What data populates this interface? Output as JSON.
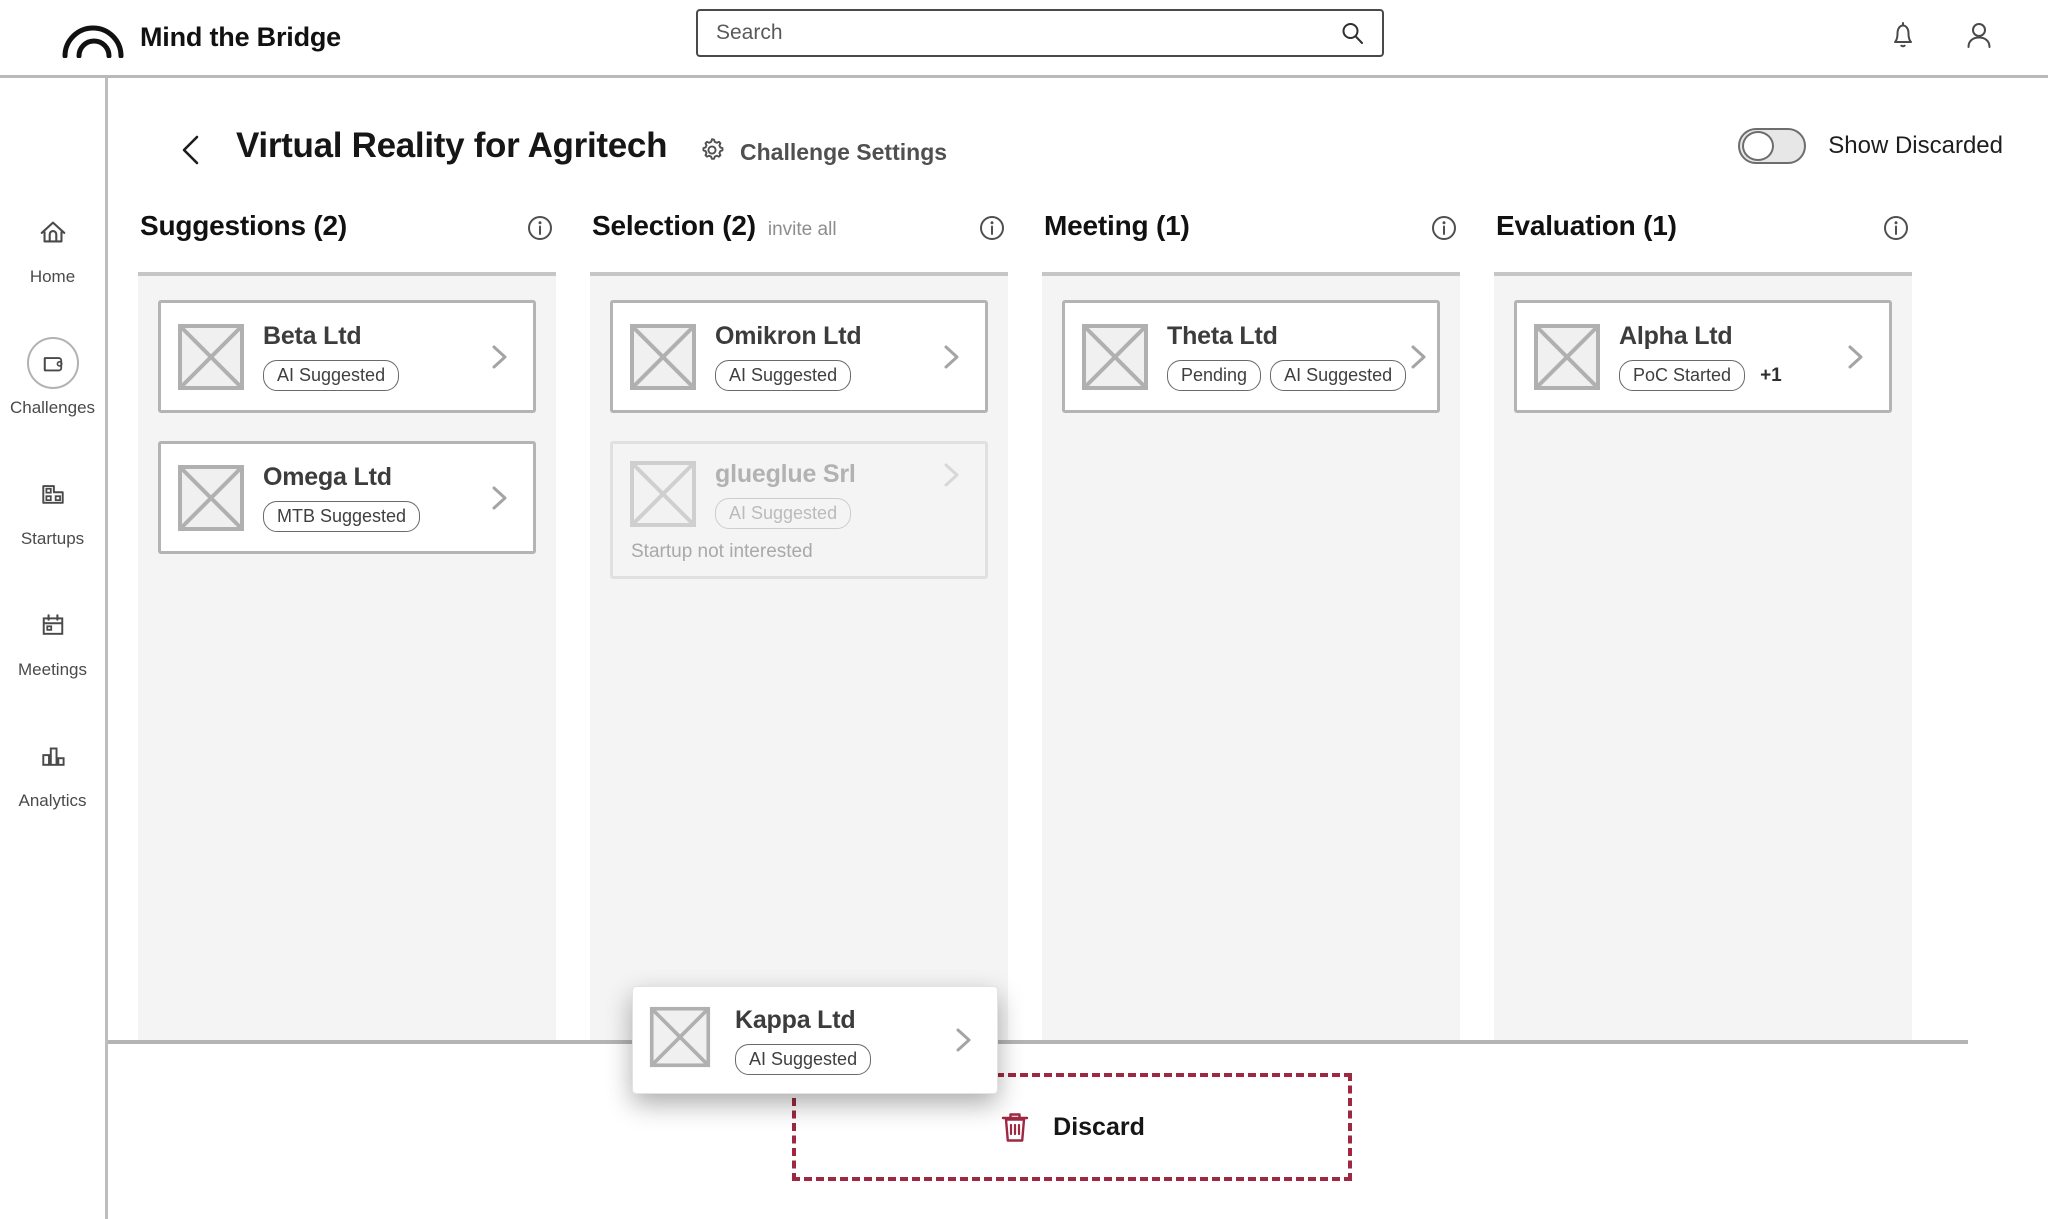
{
  "header": {
    "brand_name": "Mind the Bridge",
    "logo_icon": "bridge-arch-logo",
    "search": {
      "value": "",
      "placeholder": "Search",
      "icon": "search-icon"
    },
    "notifications_icon": "bell-icon",
    "account_icon": "user-icon"
  },
  "sidebar": {
    "items": [
      {
        "label": "Home",
        "icon": "home-icon",
        "active": false
      },
      {
        "label": "Challenges",
        "icon": "wallet-icon",
        "active": true
      },
      {
        "label": "Startups",
        "icon": "factory-icon",
        "active": false
      },
      {
        "label": "Meetings",
        "icon": "calendar-icon",
        "active": false
      },
      {
        "label": "Analytics",
        "icon": "bar-chart-icon",
        "active": false
      }
    ]
  },
  "page": {
    "back_icon": "chevron-left-icon",
    "title": "Virtual Reality for Agritech",
    "settings_label": "Challenge Settings",
    "settings_icon": "gear-icon",
    "show_discarded_label": "Show Discarded",
    "show_discarded_on": false
  },
  "columns": [
    {
      "title": "Suggestions (2)",
      "sub": "",
      "info_icon": "info-icon",
      "cards": [
        {
          "title": "Beta Ltd",
          "pills": [
            "AI Suggested"
          ],
          "extra": "",
          "note": "",
          "disabled": false,
          "thumb_icon": "image-placeholder-icon",
          "chevron_icon": "chevron-right-icon"
        },
        {
          "title": "Omega Ltd",
          "pills": [
            "MTB Suggested"
          ],
          "extra": "",
          "note": "",
          "disabled": false,
          "thumb_icon": "image-placeholder-icon",
          "chevron_icon": "chevron-right-icon"
        }
      ]
    },
    {
      "title": "Selection (2)",
      "sub": "invite all",
      "info_icon": "info-icon",
      "cards": [
        {
          "title": "Omikron Ltd",
          "pills": [
            "AI Suggested"
          ],
          "extra": "",
          "note": "",
          "disabled": false,
          "thumb_icon": "image-placeholder-icon",
          "chevron_icon": "chevron-right-icon"
        },
        {
          "title": "glueglue Srl",
          "pills": [
            "AI Suggested"
          ],
          "extra": "",
          "note": "Startup not interested",
          "disabled": true,
          "thumb_icon": "image-placeholder-icon",
          "chevron_icon": "chevron-right-icon"
        }
      ]
    },
    {
      "title": "Meeting (1)",
      "sub": "",
      "info_icon": "info-icon",
      "cards": [
        {
          "title": "Theta Ltd",
          "pills": [
            "Pending",
            "AI Suggested"
          ],
          "extra": "",
          "note": "",
          "disabled": false,
          "thumb_icon": "image-placeholder-icon",
          "chevron_icon": "chevron-right-icon"
        }
      ]
    },
    {
      "title": "Evaluation (1)",
      "sub": "",
      "info_icon": "info-icon",
      "cards": [
        {
          "title": "Alpha Ltd",
          "pills": [
            "PoC Started"
          ],
          "extra": "+1",
          "note": "",
          "disabled": false,
          "thumb_icon": "image-placeholder-icon",
          "chevron_icon": "chevron-right-icon"
        }
      ]
    }
  ],
  "dragging_card": {
    "title": "Kappa Ltd",
    "pills": [
      "AI Suggested"
    ],
    "thumb_icon": "image-placeholder-icon",
    "chevron_icon": "chevron-right-icon"
  },
  "dropzone": {
    "label": "Discard",
    "icon": "trash-icon",
    "accent_color": "#9e2841"
  }
}
